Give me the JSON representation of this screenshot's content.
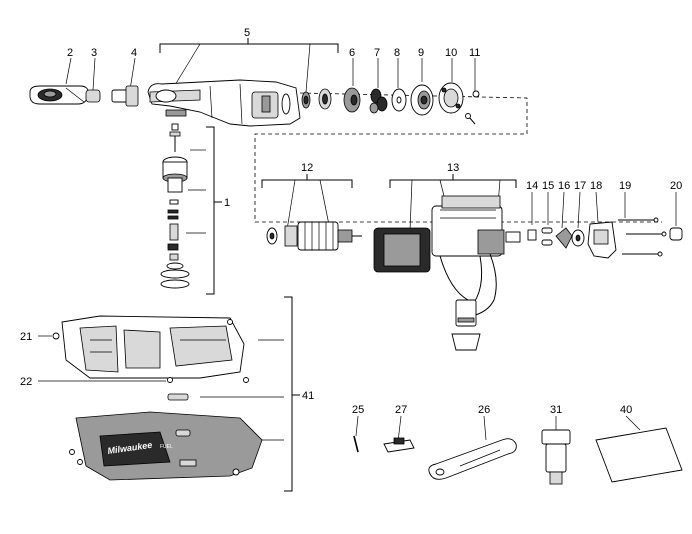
{
  "diagram": {
    "callouts": [
      {
        "id": "c1",
        "label": "1"
      },
      {
        "id": "c2",
        "label": "2"
      },
      {
        "id": "c3",
        "label": "3"
      },
      {
        "id": "c4",
        "label": "4"
      },
      {
        "id": "c5",
        "label": "5"
      },
      {
        "id": "c6",
        "label": "6"
      },
      {
        "id": "c7",
        "label": "7"
      },
      {
        "id": "c8",
        "label": "8"
      },
      {
        "id": "c9",
        "label": "9"
      },
      {
        "id": "c10",
        "label": "10"
      },
      {
        "id": "c11",
        "label": "11"
      },
      {
        "id": "c12",
        "label": "12"
      },
      {
        "id": "c13",
        "label": "13"
      },
      {
        "id": "c14",
        "label": "14"
      },
      {
        "id": "c15",
        "label": "15"
      },
      {
        "id": "c16",
        "label": "16"
      },
      {
        "id": "c17",
        "label": "17"
      },
      {
        "id": "c18",
        "label": "18"
      },
      {
        "id": "c19",
        "label": "19"
      },
      {
        "id": "c20",
        "label": "20"
      },
      {
        "id": "c21",
        "label": "21"
      },
      {
        "id": "c22",
        "label": "22"
      },
      {
        "id": "c25",
        "label": "25"
      },
      {
        "id": "c26",
        "label": "26"
      },
      {
        "id": "c27",
        "label": "27"
      },
      {
        "id": "c31",
        "label": "31"
      },
      {
        "id": "c40",
        "label": "40"
      },
      {
        "id": "c41",
        "label": "41"
      }
    ],
    "housing_brand": "Milwaukee",
    "housing_badge": "FUEL"
  }
}
